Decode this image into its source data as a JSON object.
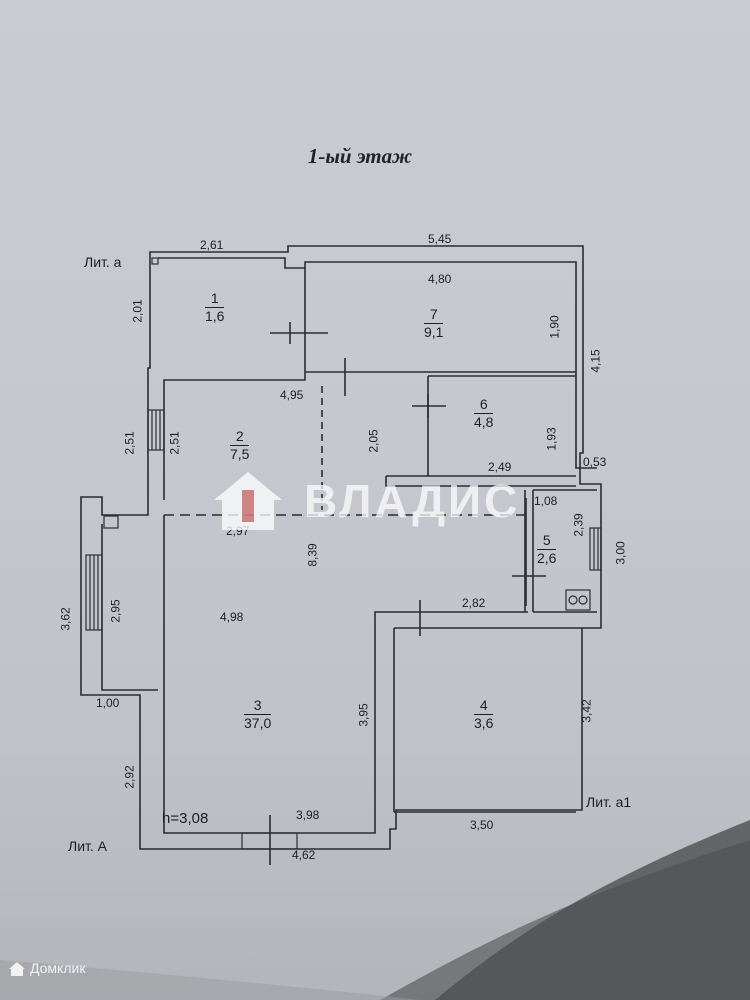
{
  "title": "1-ый этаж",
  "colors": {
    "paper": "#c7cad0",
    "line": "#2a2d33",
    "watermark": "#ffffff"
  },
  "lit_labels": {
    "lit_a": "Лит. а",
    "lit_A": "Лит. А",
    "lit_a1": "Лит. а1"
  },
  "ceiling_height": "h=3,08",
  "rooms": [
    {
      "id": "1",
      "number": "1",
      "area": "1,6"
    },
    {
      "id": "2",
      "number": "2",
      "area": "7,5"
    },
    {
      "id": "3",
      "number": "3",
      "area": "37,0"
    },
    {
      "id": "4",
      "number": "4",
      "area": "3,6"
    },
    {
      "id": "5",
      "number": "5",
      "area": "2,6"
    },
    {
      "id": "6",
      "number": "6",
      "area": "4,8"
    },
    {
      "id": "7",
      "number": "7",
      "area": "9,1"
    }
  ],
  "dimensions": {
    "d_2_61": "2,61",
    "d_5_45": "5,45",
    "d_4_80": "4,80",
    "d_2_01": "2,01",
    "d_1_90": "1,90",
    "d_4_15": "4,15",
    "d_4_95": "4,95",
    "d_2_51a": "2,51",
    "d_2_51b": "2,51",
    "d_2_05": "2,05",
    "d_1_93": "1,93",
    "d_2_49": "2,49",
    "d_0_53": "0,53",
    "d_1_08": "1,08",
    "d_2_39": "2,39",
    "d_3_00": "3,00",
    "d_2_97": "2,97",
    "d_8_39": "8,39",
    "d_3_62": "3,62",
    "d_2_95": "2,95",
    "d_4_98": "4,98",
    "d_2_82": "2,82",
    "d_1_00": "1,00",
    "d_3_42": "3,42",
    "d_3_95": "3,95",
    "d_2_92": "2,92",
    "d_3_98": "3,98",
    "d_3_50": "3,50",
    "d_4_62": "4,62"
  },
  "watermark": {
    "text": "ВЛАДИС"
  },
  "badge": {
    "text": "Домклик"
  }
}
